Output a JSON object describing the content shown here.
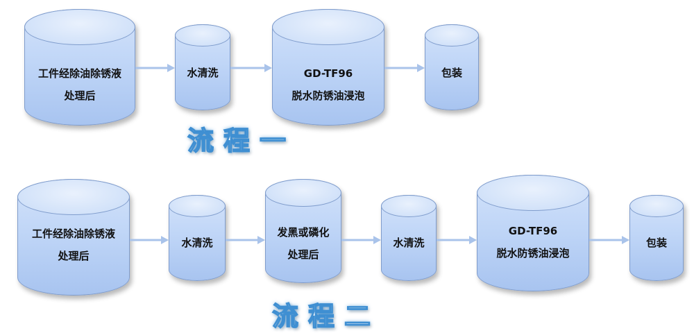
{
  "flow1": {
    "step1_line1": "工件经除油除锈液",
    "step1_line2": "处理后",
    "step2": "水清洗",
    "step3_line1": "GD-TF96",
    "step3_line2": "脱水防锈油浸泡",
    "step4": "包装",
    "title": "流程一"
  },
  "flow2": {
    "step1_line1": "工件经除油除锈液",
    "step1_line2": "处理后",
    "step2": "水清洗",
    "step3_line1": "发黑或磷化",
    "step3_line2": "处理后",
    "step4": "水清洗",
    "step5_line1": "GD-TF96",
    "step5_line2": "脱水防锈油浸泡",
    "step6": "包装",
    "title": "流程二"
  },
  "colors": {
    "cylinder_fill": "#c0d6f7",
    "cylinder_border": "#7f9ccc",
    "arrow": "#a9c3ea",
    "title_stroke": "#3f8fd2"
  }
}
